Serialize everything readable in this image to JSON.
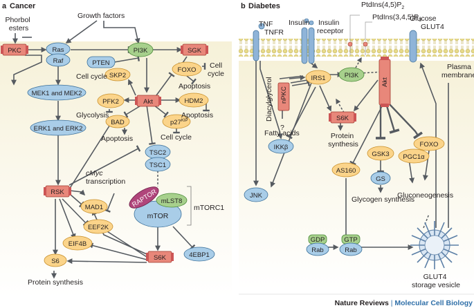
{
  "panel_a": {
    "letter": "a",
    "title": "Cancer",
    "phorbol_esters": [
      "Phorbol",
      "esters"
    ],
    "growth_factors": "Growth factors",
    "nodes": {
      "pkc": "PKC",
      "ras": "Ras",
      "raf": "Raf",
      "pi3k": "PI3K",
      "sgk": "SGK",
      "pten": "PTEN",
      "foxo": "FOXO",
      "skp2": "SKP2",
      "mek": "MEK1 and MEK2",
      "pfk2": "PFK2",
      "akt": "Akt",
      "hdm2": "HDM2",
      "erk": "ERK1 and ERK2",
      "bad": "BAD",
      "p27": "p27",
      "p27_sup": "KIP",
      "tsc2": "TSC2",
      "tsc1": "TSC1",
      "rsk": "RSK",
      "raptor": "RAPTOR",
      "mlst8": "mLST8",
      "mtor": "mTOR",
      "mad1": "MAD1",
      "eef2k": "EEF2K",
      "eif4b": "EIF4B",
      "s6": "S6",
      "s6k": "S6K",
      "4ebp1": "4EBP1"
    },
    "labels": {
      "cell_cycle_skp2": "Cell cycle",
      "cell_cycle_foxo": [
        "Cell",
        "cycle"
      ],
      "apoptosis_foxo": "Apoptosis",
      "glycolysis": "Glycolysis",
      "apoptosis_hdm2": "Apoptosis",
      "apoptosis_bad": "Apoptosis",
      "cell_cycle_p27": "Cell cycle",
      "cmyc": "cMyc",
      "transcription": "transcription",
      "mtorc1": "mTORC1",
      "protein_synthesis": "Protein synthesis"
    }
  },
  "panel_b": {
    "letter": "b",
    "title": "Diabetes",
    "labels": {
      "tnf": "TNF",
      "tnfr": "TNFR",
      "insulin": "Insulin",
      "insulin_receptor": [
        "Insulin",
        "receptor"
      ],
      "ptdins45": "PtdIns(4,5)P",
      "ptdins45_sub": "2",
      "ptdins345": "PtdIns(3,4,5)P",
      "ptdins345_sub": "3",
      "glucose": "Glucose",
      "glut4": "GLUT4",
      "plasma_membrane": [
        "Plasma",
        "membrane"
      ],
      "diacylglycerol": "Diacylglycerol",
      "question": "?",
      "fatty_acids": "Fatty acids",
      "protein_synthesis": [
        "Protein",
        "synthesis"
      ],
      "gluconeogenesis": "Gluconeogenesis",
      "glycogen_synthesis": "Glycogen synthesis",
      "glut4_vesicle": [
        "GLUT4",
        "storage vesicle"
      ]
    },
    "nodes": {
      "npkc": "nPKC",
      "irs1": "IRS1",
      "pi3k": "PI3K",
      "akt": "Akt",
      "s6k": "S6K",
      "ikkb": "IKKβ",
      "foxo": "FOXO",
      "pgc1a": "PGC1α",
      "as160": "AS160",
      "gsk3": "GSK3",
      "gs": "GS",
      "jnk": "JNK",
      "gdp": "GDP",
      "gtp": "GTP",
      "rab_gdp": "Rab",
      "rab_gtp": "Rab"
    }
  },
  "footer": {
    "journal": "Nature Reviews",
    "separator": "|",
    "section": "Molecular Cell Biology"
  },
  "colors": {
    "signalling_blue": "#a9cde8",
    "signalling_orange": "#fbd48a",
    "kinase_red": "#e8877a",
    "pi3k_green": "#a7d08c",
    "raptor_purple": "#b0457b",
    "membrane_yellow": "#f3edc5",
    "footer_blue": "#2f6fa8"
  }
}
